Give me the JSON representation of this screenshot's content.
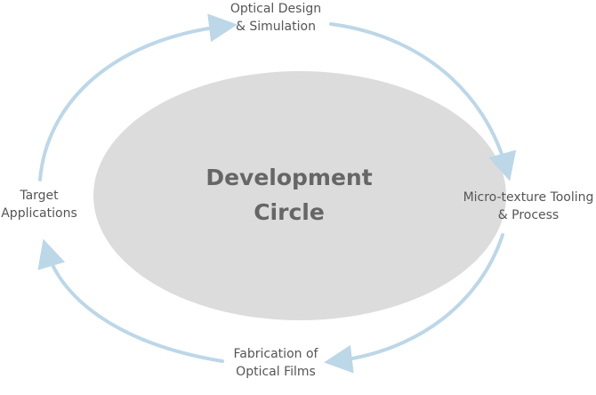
{
  "center": {
    "title": "Development\nCircle"
  },
  "nodes": [
    {
      "id": "top",
      "label": "Optical Design\n& Simulation"
    },
    {
      "id": "right",
      "label": "Micro-texture Tooling\n& Process"
    },
    {
      "id": "bottom",
      "label": "Fabrication of\nOptical Films"
    },
    {
      "id": "left",
      "label": "Target\nApplications"
    }
  ],
  "colors": {
    "arrow": "#bcd7e8",
    "ellipse": "#dcdcdc",
    "center_text": "#666666",
    "node_text": "#555555"
  }
}
